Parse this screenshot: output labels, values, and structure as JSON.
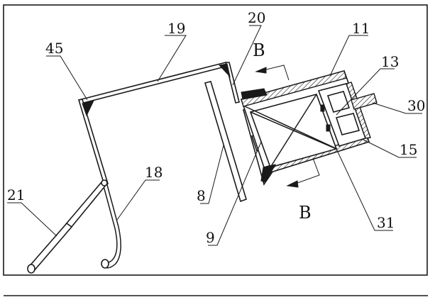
{
  "figure": {
    "labels": {
      "ref_19": "19",
      "ref_20": "20",
      "ref_45": "45",
      "ref_11": "11",
      "ref_13": "13",
      "ref_30": "30",
      "ref_15": "15",
      "ref_31": "31",
      "ref_8": "8",
      "ref_9": "9",
      "ref_18": "18",
      "ref_21": "21",
      "section_top": "B",
      "section_bottom": "B"
    }
  }
}
